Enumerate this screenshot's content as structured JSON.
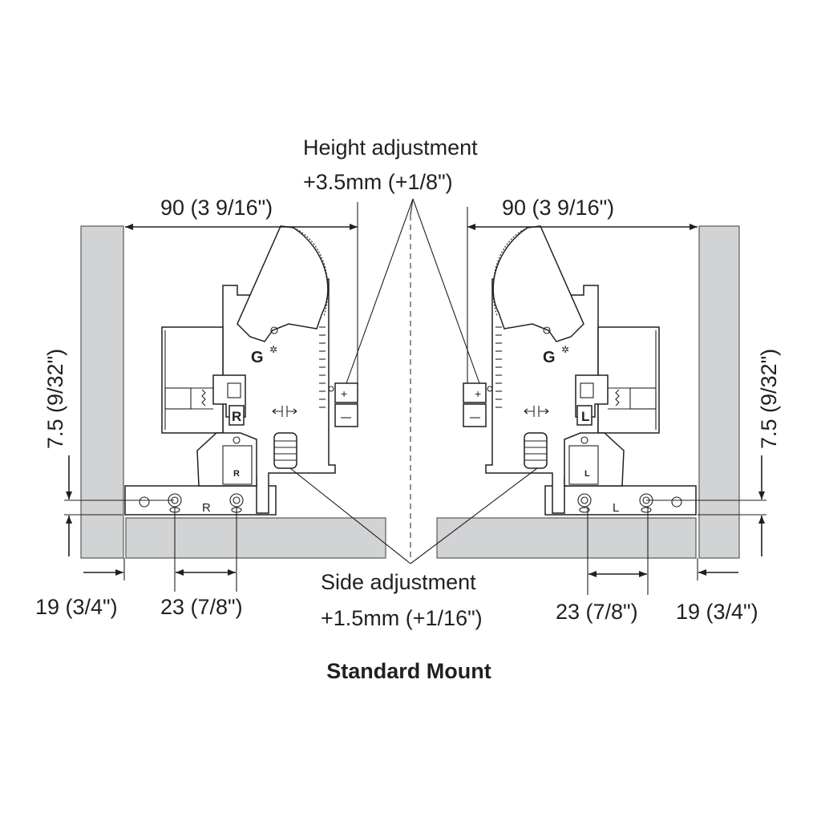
{
  "diagram": {
    "title": "Standard Mount",
    "height_adjustment": {
      "line1": "Height adjustment",
      "line2": "+3.5mm (+1/8\")"
    },
    "side_adjustment": {
      "line1": "Side adjustment",
      "line2": "+1.5mm (+1/16\")"
    },
    "dimensions": {
      "left_width": "90 (3 9/16\")",
      "right_width": "90 (3 9/16\")",
      "left_height": "7.5 (9/32\")",
      "right_height": "7.5 (9/32\")",
      "left_panel": "19 (3/4\")",
      "right_panel": "19 (3/4\")",
      "left_hole": "23 (7/8\")",
      "right_hole": "23 (7/8\")"
    },
    "part_marks": {
      "right_hand": "R",
      "left_hand": "L",
      "logo": "G"
    }
  }
}
